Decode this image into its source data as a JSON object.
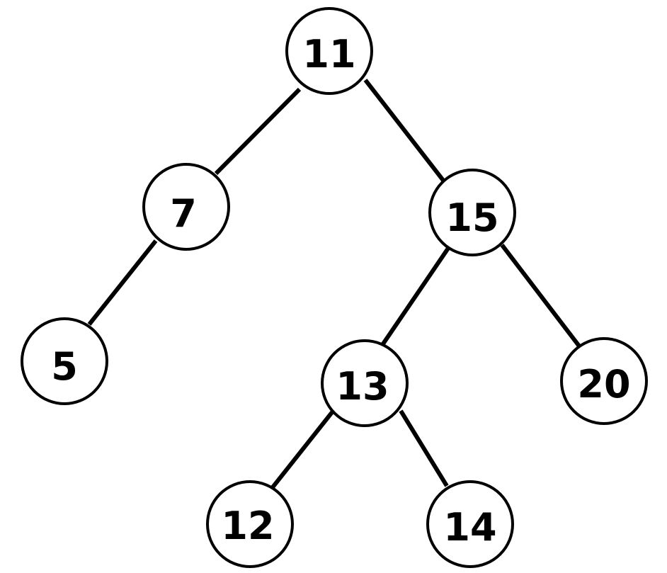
{
  "tree": {
    "nodes": [
      {
        "id": "n11",
        "label": "11"
      },
      {
        "id": "n7",
        "label": "7"
      },
      {
        "id": "n15",
        "label": "15"
      },
      {
        "id": "n5",
        "label": "5"
      },
      {
        "id": "n13",
        "label": "13"
      },
      {
        "id": "n20",
        "label": "20"
      },
      {
        "id": "n12",
        "label": "12"
      },
      {
        "id": "n14",
        "label": "14"
      }
    ],
    "edges": [
      {
        "from": "n11",
        "to": "n7"
      },
      {
        "from": "n11",
        "to": "n15"
      },
      {
        "from": "n7",
        "to": "n5"
      },
      {
        "from": "n15",
        "to": "n13"
      },
      {
        "from": "n15",
        "to": "n20"
      },
      {
        "from": "n13",
        "to": "n12"
      },
      {
        "from": "n13",
        "to": "n14"
      }
    ]
  }
}
